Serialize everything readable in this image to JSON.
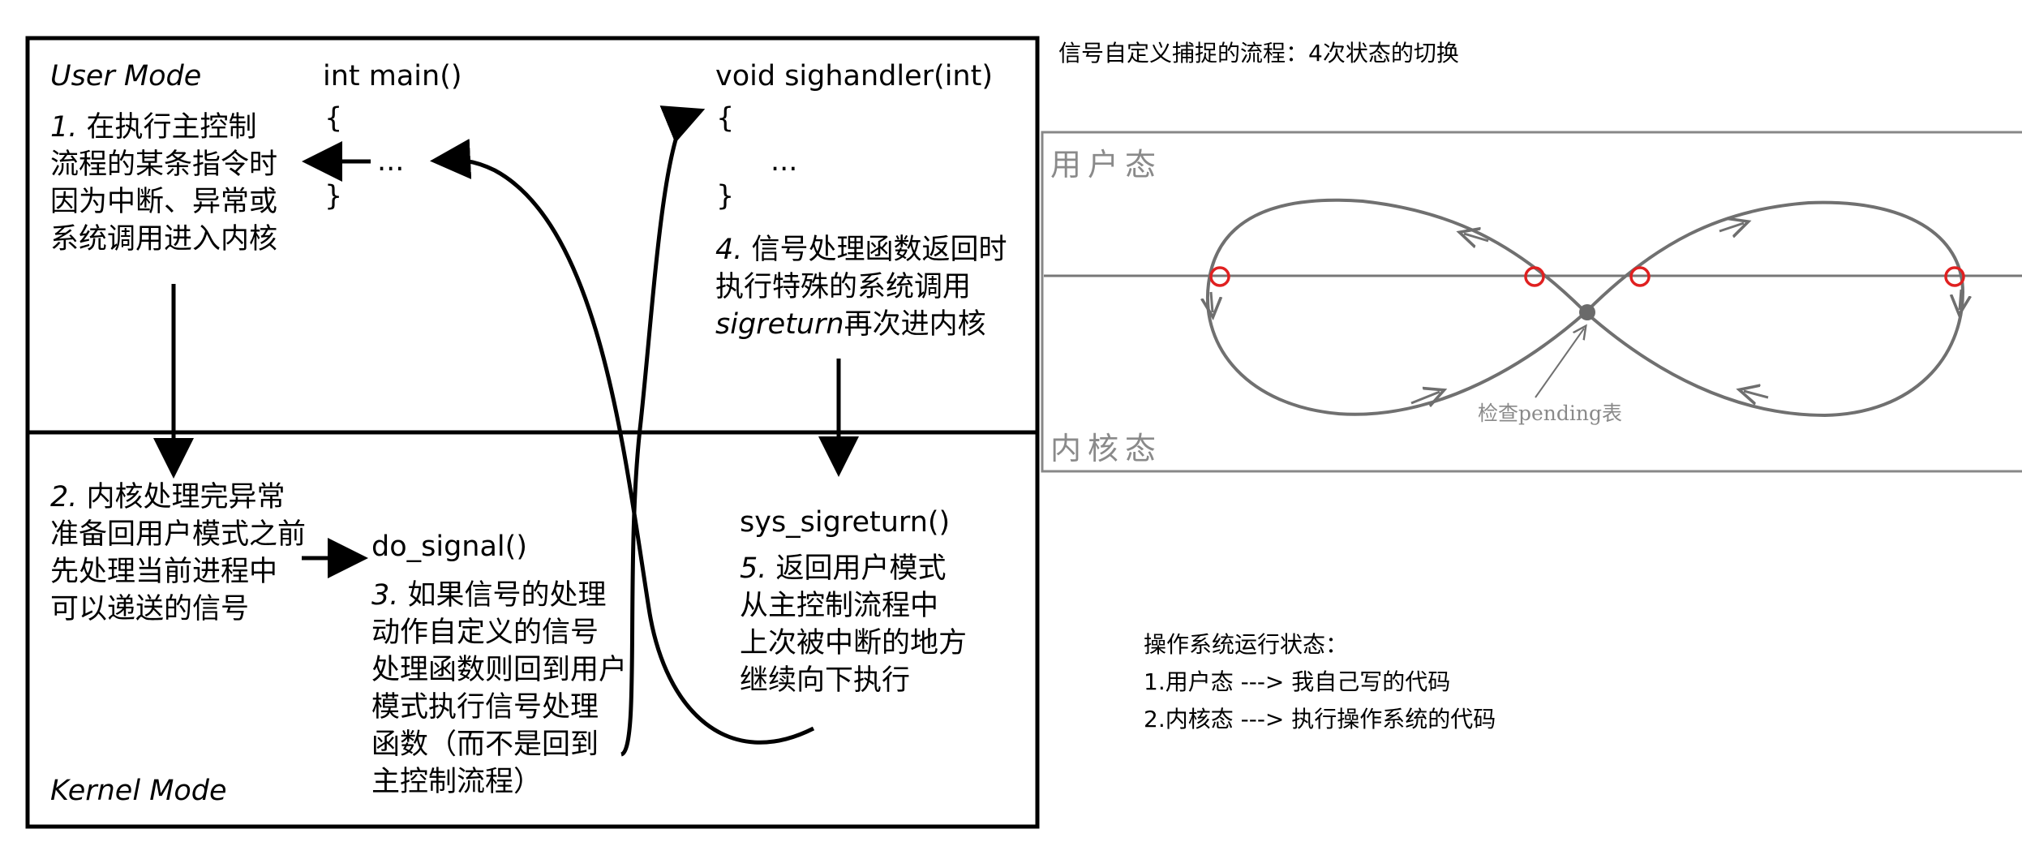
{
  "left_diagram": {
    "user_mode_label": "User Mode",
    "kernel_mode_label": "Kernel Mode",
    "main_func": {
      "signature": "int main()",
      "open_brace": "{",
      "body": "...",
      "close_brace": "}"
    },
    "handler_func": {
      "signature": "void sighandler(int)",
      "open_brace": "{",
      "body": "...",
      "close_brace": "}"
    },
    "step1": {
      "num": "1.",
      "lines": [
        "在执行主控制",
        "流程的某条指令时",
        "因为中断、异常或",
        "系统调用进入内核"
      ]
    },
    "step2": {
      "num": "2.",
      "lines": [
        "内核处理完异常",
        "准备回用户模式之前",
        "先处理当前进程中",
        "可以递送的信号"
      ]
    },
    "do_signal": "do_signal()",
    "step3": {
      "num": "3.",
      "lines": [
        "如果信号的处理",
        "动作自定义的信号",
        "处理函数则回到用户",
        "模式执行信号处理",
        "函数（而不是回到",
        "主控制流程）"
      ]
    },
    "step4": {
      "num": "4.",
      "lines": [
        "信号处理函数返回时",
        "执行特殊的系统调用"
      ],
      "syscall": "sigreturn",
      "tail": "再次进内核"
    },
    "sys_sigreturn": "sys_sigreturn()",
    "step5": {
      "num": "5.",
      "lines": [
        "返回用户模式",
        "从主控制流程中",
        "上次被中断的地方",
        "继续向下执行"
      ]
    }
  },
  "right_diagram": {
    "title": "信号自定义捕捉的流程：4次状态的切换",
    "user_state_label": "用户态",
    "kernel_state_label": "内核态",
    "check_label": "检查pending表"
  },
  "notes": {
    "heading": "操作系统运行状态：",
    "items": [
      "1.用户态 ---> 我自己写的代码",
      "2.内核态 ---> 执行操作系统的代码"
    ]
  }
}
